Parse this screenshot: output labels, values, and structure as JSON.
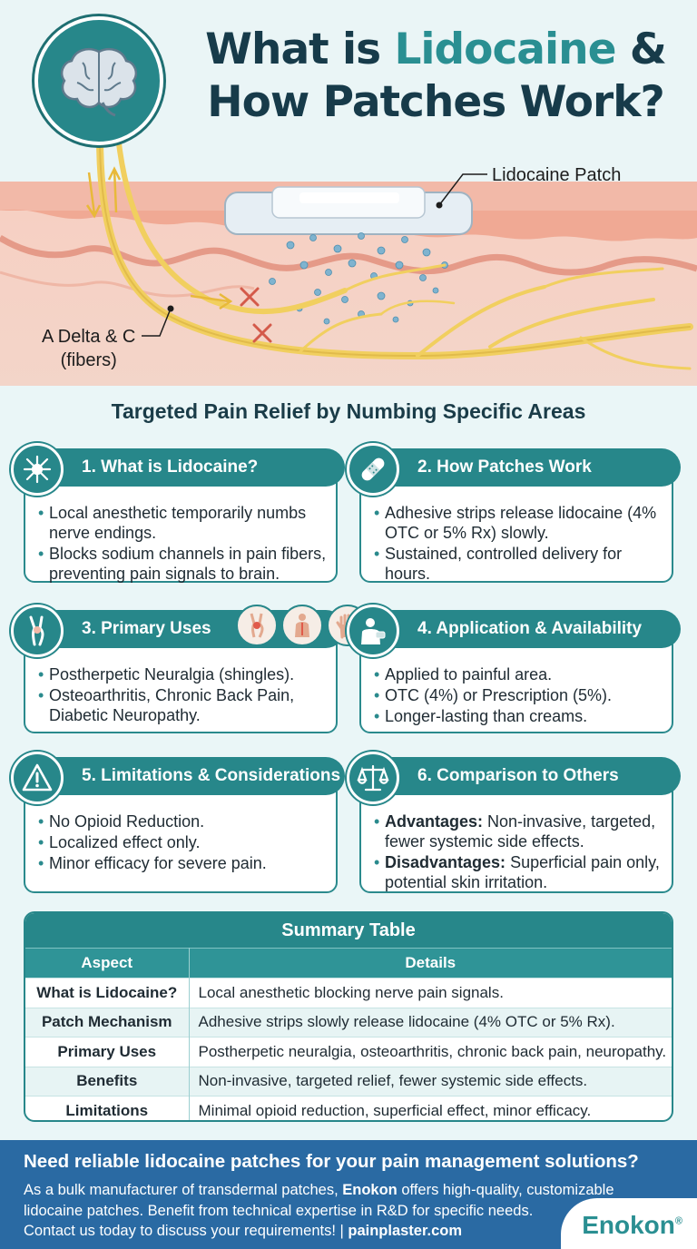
{
  "hero": {
    "title_pre": "What is ",
    "title_accent": "Lidocaine",
    "title_post": " &",
    "title_line2": "How Patches Work?",
    "label_patch": "Lidocaine Patch",
    "label_fibers_line1": "A Delta & C",
    "label_fibers_line2": "(fibers)"
  },
  "subtitle": "Targeted Pain Relief by Numbing Specific Areas",
  "cards": [
    {
      "title": "1. What is Lidocaine?",
      "icon": "neuron-icon",
      "items": [
        "Local anesthetic temporarily numbs nerve endings.",
        "Blocks sodium channels in pain fibers, preventing pain signals to brain."
      ]
    },
    {
      "title": "2. How Patches Work",
      "icon": "bandage-icon",
      "items": [
        "Adhesive strips release lidocaine (4% OTC or 5% Rx) slowly.",
        "Sustained, controlled delivery for hours."
      ]
    },
    {
      "title": "3. Primary Uses",
      "icon": "knee-icon",
      "items": [
        "Postherpetic Neuralgia (shingles).",
        "Osteoarthritis, Chronic Back Pain, Diabetic Neuropathy."
      ]
    },
    {
      "title": "4. Application & Availability",
      "icon": "person-applying-icon",
      "items": [
        "Applied to painful area.",
        "OTC (4%) or Prescription (5%).",
        "Longer-lasting than creams."
      ]
    },
    {
      "title": "5. Limitations & Considerations",
      "icon": "warning-icon",
      "items": [
        "No Opioid Reduction.",
        "Localized effect only.",
        "Minor efficacy for severe pain."
      ]
    },
    {
      "title": "6. Comparison to Others",
      "icon": "scales-icon",
      "items": [
        {
          "label": "Advantages:",
          "text": " Non-invasive, targeted, fewer systemic side effects."
        },
        {
          "label": "Disadvantages:",
          "text": " Superficial pain only, potential skin irritation."
        }
      ]
    }
  ],
  "summary": {
    "title": "Summary Table",
    "headers": [
      "Aspect",
      "Details"
    ],
    "rows": [
      [
        "What is Lidocaine?",
        "Local anesthetic blocking nerve pain signals."
      ],
      [
        "Patch Mechanism",
        "Adhesive strips slowly release lidocaine (4% OTC or 5% Rx)."
      ],
      [
        "Primary Uses",
        "Postherpetic neuralgia, osteoarthritis, chronic back pain, neuropathy."
      ],
      [
        "Benefits",
        "Non-invasive, targeted relief, fewer systemic side effects."
      ],
      [
        "Limitations",
        "Minimal opioid reduction, superficial effect, minor efficacy."
      ]
    ]
  },
  "footer": {
    "title": "Need reliable lidocaine patches for your pain management solutions?",
    "line1_pre": "As a bulk manufacturer of transdermal patches, ",
    "line1_brand": "Enokon",
    "line1_post": " offers high-quality, customizable",
    "line2": "lidocaine patches. Benefit from technical expertise in R&D for specific needs.",
    "line3_pre": "Contact us today to discuss your requirements! | ",
    "line3_site": "painplaster.com",
    "brand": "Enokon",
    "brand_mark": "®"
  },
  "colors": {
    "teal": "#27878a",
    "accent": "#2a8f92",
    "navy": "#173b4a",
    "footer": "#2a6aa3",
    "nerve": "#f1cf5f",
    "skin": "#f4c3b3"
  }
}
